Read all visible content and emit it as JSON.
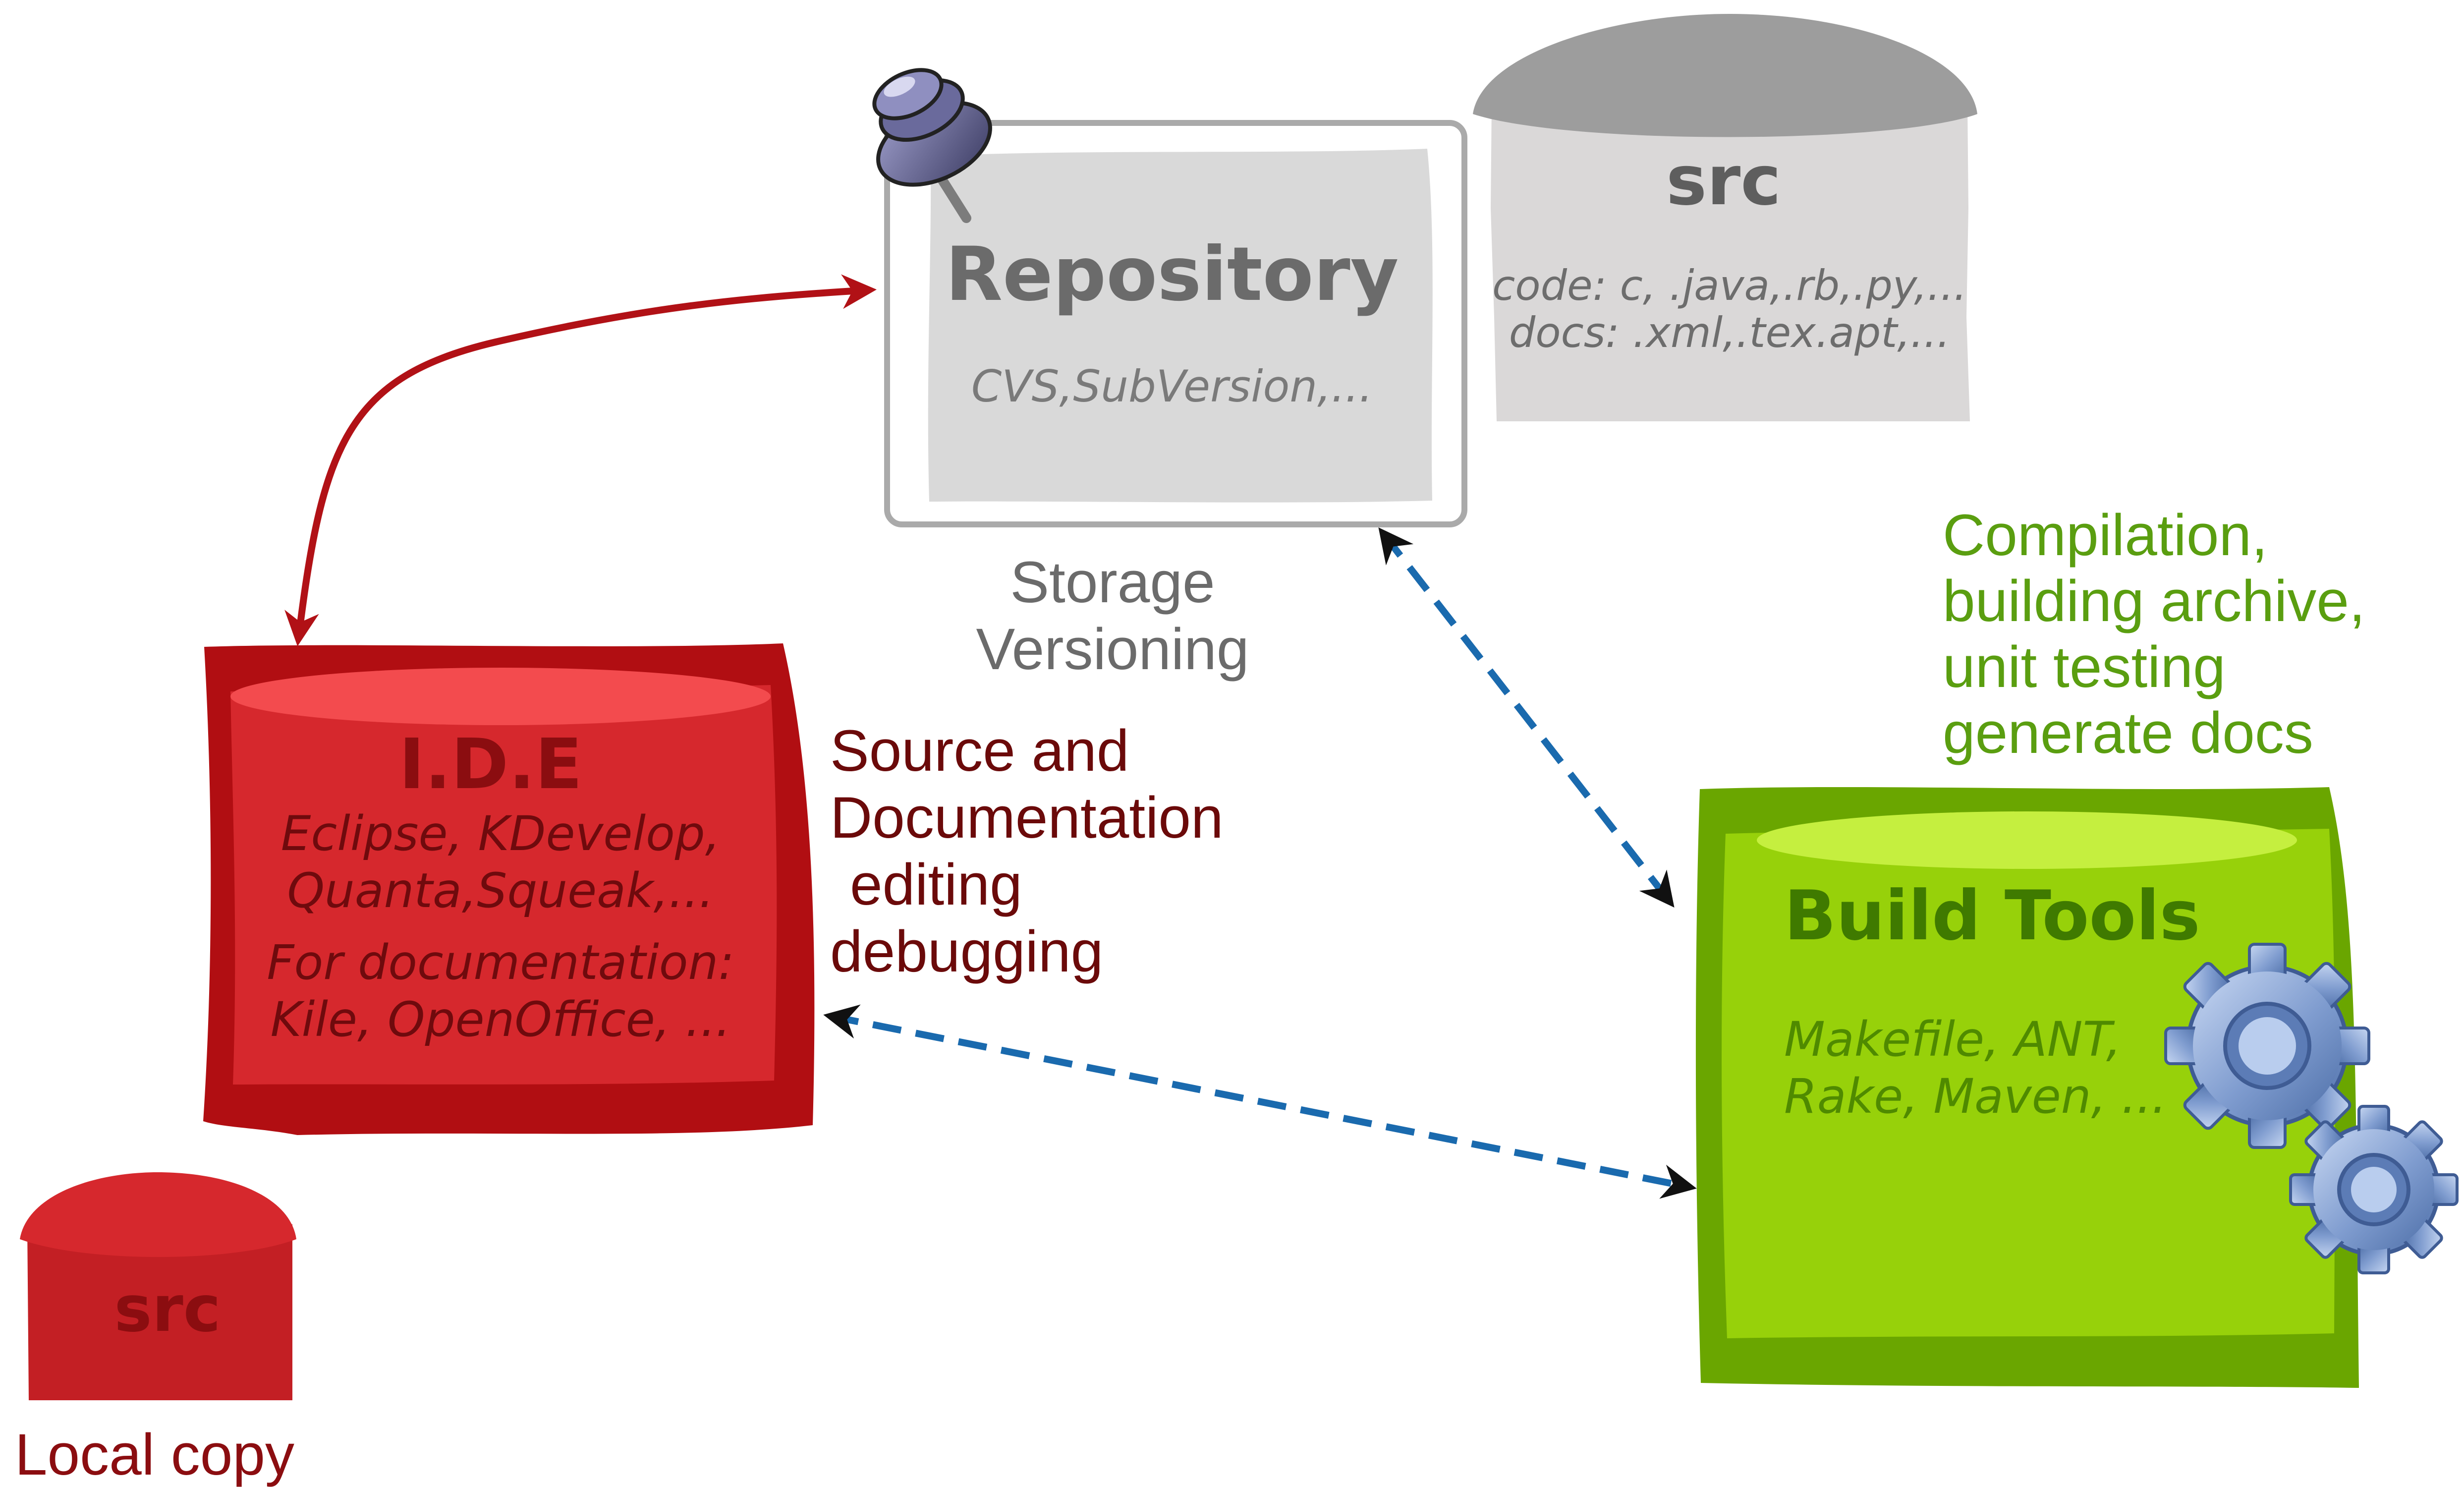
{
  "repository": {
    "title": "Repository",
    "tools": "CVS,SubVersion,...",
    "caption_line1": "Storage",
    "caption_line2": "Versioning"
  },
  "repo_src": {
    "title": "src",
    "line1": "code: c, .java,.rb,.py,...",
    "line2": "docs: .xml,.tex.apt,..."
  },
  "ide": {
    "title": "I.D.E",
    "line1": "Eclipse, KDevelop,",
    "line2": "Quanta,Squeak,...",
    "line3": "For documentation:",
    "line4": "Kile, OpenOffice, ...",
    "caption_line1": "Source and",
    "caption_line2": "Documentation",
    "caption_line3": "editing",
    "caption_line4": "debugging"
  },
  "local": {
    "title": "src",
    "caption": "Local copy"
  },
  "build": {
    "title": "Build Tools",
    "line1": "Makefile, ANT,",
    "line2": "Rake, Maven, ...",
    "caption_line1": "Compilation,",
    "caption_line2": "building archive,",
    "caption_line3": "unit testing",
    "caption_line4": "generate docs"
  },
  "colors": {
    "ide_red": "#d6282d",
    "ide_dark": "#b10e12",
    "ide_caption": "#6b0a0a",
    "build_green": "#8fcb00",
    "build_dark": "#6aa600",
    "build_text": "#3f7a00",
    "build_caption": "#5a9e10",
    "repo_gray": "#d8d8d8",
    "arrow_blue": "#1a6aae",
    "arrow_red": "#b11116"
  },
  "icons": [
    "pushpin-icon",
    "gear-icon"
  ]
}
